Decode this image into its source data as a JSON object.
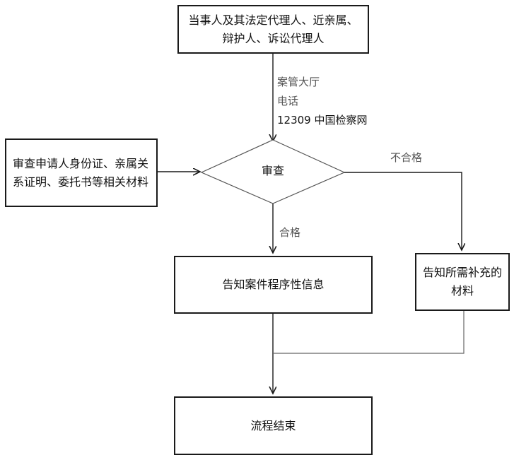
{
  "nodes": {
    "start": "当事人及其法定代理人、近亲属、辩护人、诉讼代理人",
    "docs": "审查申请人身份证、亲属关系证明、委托书等相关材料",
    "review": "审查",
    "inform_case": "告知案件程序性信息",
    "inform_supplement": "告知所需补充的材料",
    "end": "流程结束"
  },
  "channels": {
    "line1": "案管大厅",
    "line2": "电话",
    "line3": "12309 中国检察网"
  },
  "edges": {
    "pass": "合格",
    "fail": "不合格"
  }
}
